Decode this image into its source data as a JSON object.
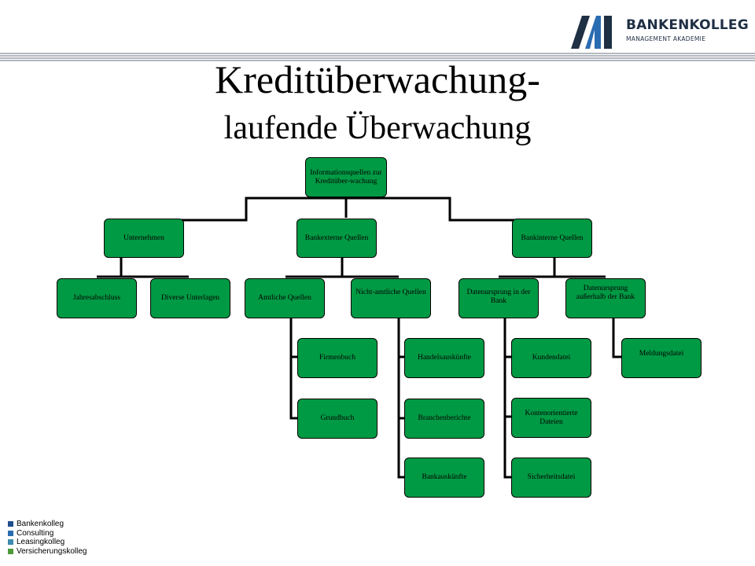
{
  "logo": {
    "name": "BANKENKOLLEG",
    "subtitle": "MANAGEMENT AKADEMIE",
    "color_dark": "#1f2f44",
    "color_blue": "#2a6cb1"
  },
  "title": {
    "line1": "Kreditüberwachung-",
    "line2": "laufende Überwachung"
  },
  "diagram": {
    "node_color": "#009a44",
    "root": "Informationsquellen zur Kreditüber-wachung",
    "level1": [
      "Unternehmen",
      "Bankexterne Quellen",
      "Bankinterne Quellen"
    ],
    "unternehmen_children": [
      "Jahresabschluss",
      "Diverse Unterlagen"
    ],
    "bankextern_children": [
      "Amtliche Quellen",
      "Nicht-amtliche Quellen"
    ],
    "amtlich_children": [
      "Firmenbuch",
      "Grundbuch"
    ],
    "nichtamtlich_children": [
      "Handelsauskünfte",
      "Branchenberichte",
      "Bankauskünfte"
    ],
    "bankintern_children": [
      "Datenursprung in der Bank",
      "Datenursprung außerhalb der Bank"
    ],
    "in_bank_children": [
      "Kundendatei",
      "Kontenorientierte Dateien",
      "Sicherheitsdatei"
    ],
    "ausserhalb_children": [
      "Meldungsdatei"
    ]
  },
  "footer": {
    "items": [
      {
        "label": "Bankenkolleg",
        "color": "#1f4e8c"
      },
      {
        "label": "Consulting",
        "color": "#2a6cb1"
      },
      {
        "label": "Leasingkolleg",
        "color": "#3e8ab0"
      },
      {
        "label": "Versicherungskolleg",
        "color": "#4c9a3a"
      }
    ]
  }
}
